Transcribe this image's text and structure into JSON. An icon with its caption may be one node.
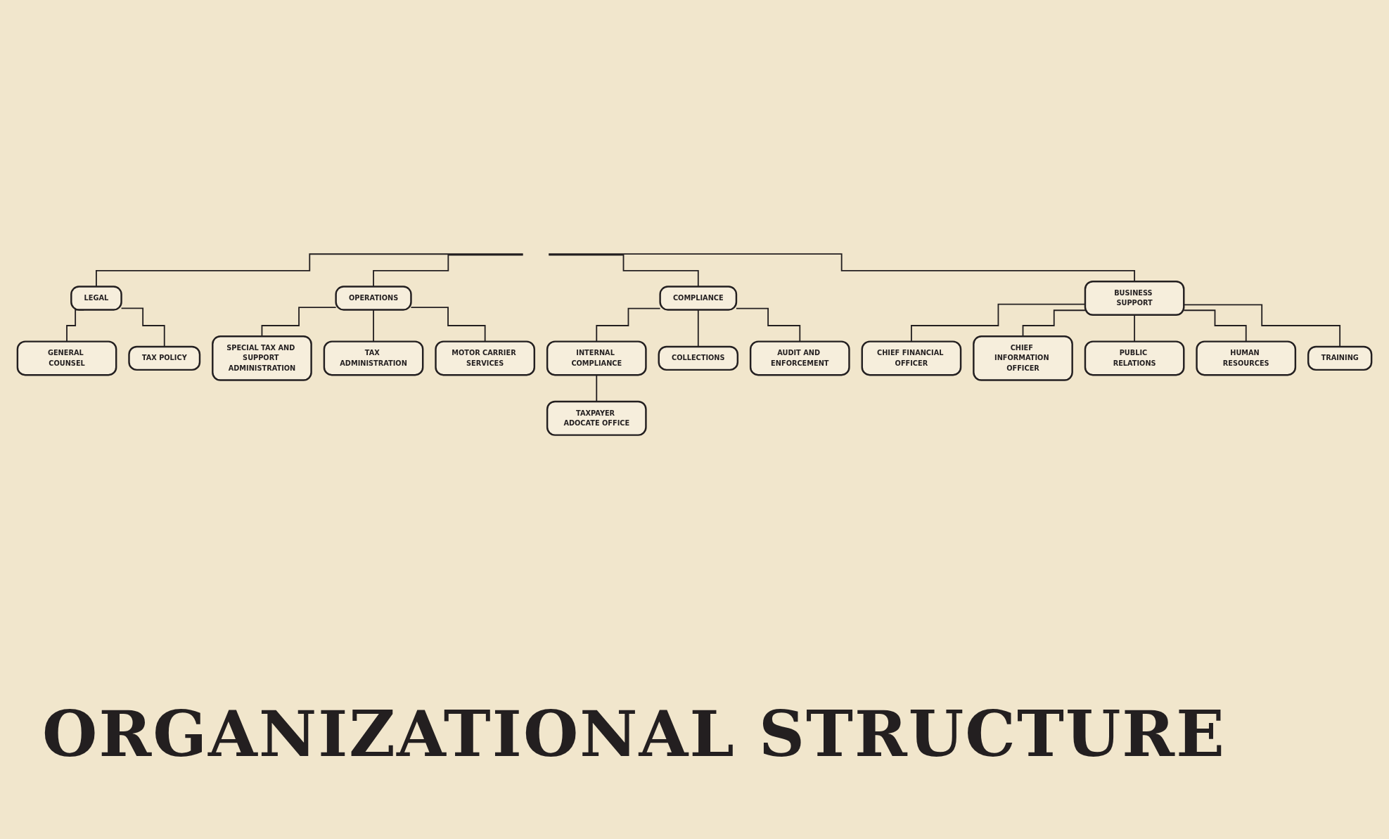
{
  "diagram": {
    "title": "ORGANIZATIONAL STRUCTURE",
    "nodes": [
      {
        "text": [
          "LEGAL"
        ]
      },
      {
        "text": [
          "GENERAL COUNSEL"
        ]
      },
      {
        "text": [
          "TAX POLICY"
        ]
      },
      {
        "text": [
          "OPERATIONS"
        ]
      },
      {
        "text": [
          "SPECIAL TAX AND SUPPORT ADMINISTRATION"
        ]
      },
      {
        "text": [
          "TAX ADMINISTRATION"
        ]
      },
      {
        "text": [
          "MOTOR CARRIER SERVICES"
        ]
      },
      {
        "text": [
          "COMPLIANCE"
        ]
      },
      {
        "text": [
          "INTERNAL COMPLIANCE"
        ]
      },
      {
        "text": [
          "COLLECTIONS"
        ]
      },
      {
        "text": [
          "AUDIT AND ENFORCEMENT"
        ]
      },
      {
        "text": [
          "TAXPAYER ADOCATE OFFICE"
        ]
      },
      {
        "text": [
          "BUSINESS SUPPORT"
        ]
      },
      {
        "text": [
          "CHIEF FINANCIAL OFFICER"
        ]
      },
      {
        "text": [
          "CHIEF INFORMATION OFFICER"
        ]
      },
      {
        "text": [
          "PUBLIC RELATIONS"
        ]
      },
      {
        "text": [
          "HUMAN RESOURCES"
        ]
      },
      {
        "text": [
          "TRAINING"
        ]
      }
    ],
    "edges": [
      {
        "from": null,
        "to": 0,
        "arrow": "none"
      },
      {
        "from": null,
        "to": 3,
        "arrow": "none"
      },
      {
        "from": null,
        "to": 7,
        "arrow": "none"
      },
      {
        "from": null,
        "to": 12,
        "arrow": "none"
      },
      {
        "from": 0,
        "to": 1,
        "arrow": "none"
      },
      {
        "from": 0,
        "to": 2,
        "arrow": "none"
      },
      {
        "from": 3,
        "to": 4,
        "arrow": "none"
      },
      {
        "from": 3,
        "to": 5,
        "arrow": "none"
      },
      {
        "from": 3,
        "to": 6,
        "arrow": "none"
      },
      {
        "from": 7,
        "to": 8,
        "arrow": "none"
      },
      {
        "from": 7,
        "to": 9,
        "arrow": "none"
      },
      {
        "from": 7,
        "to": 10,
        "arrow": "none"
      },
      {
        "from": 8,
        "to": 11,
        "arrow": "none"
      },
      {
        "from": 12,
        "to": 13,
        "arrow": "none"
      },
      {
        "from": 12,
        "to": 14,
        "arrow": "none"
      },
      {
        "from": 12,
        "to": 15,
        "arrow": "none"
      },
      {
        "from": 12,
        "to": 16,
        "arrow": "none"
      },
      {
        "from": 12,
        "to": 17,
        "arrow": "none"
      }
    ]
  }
}
